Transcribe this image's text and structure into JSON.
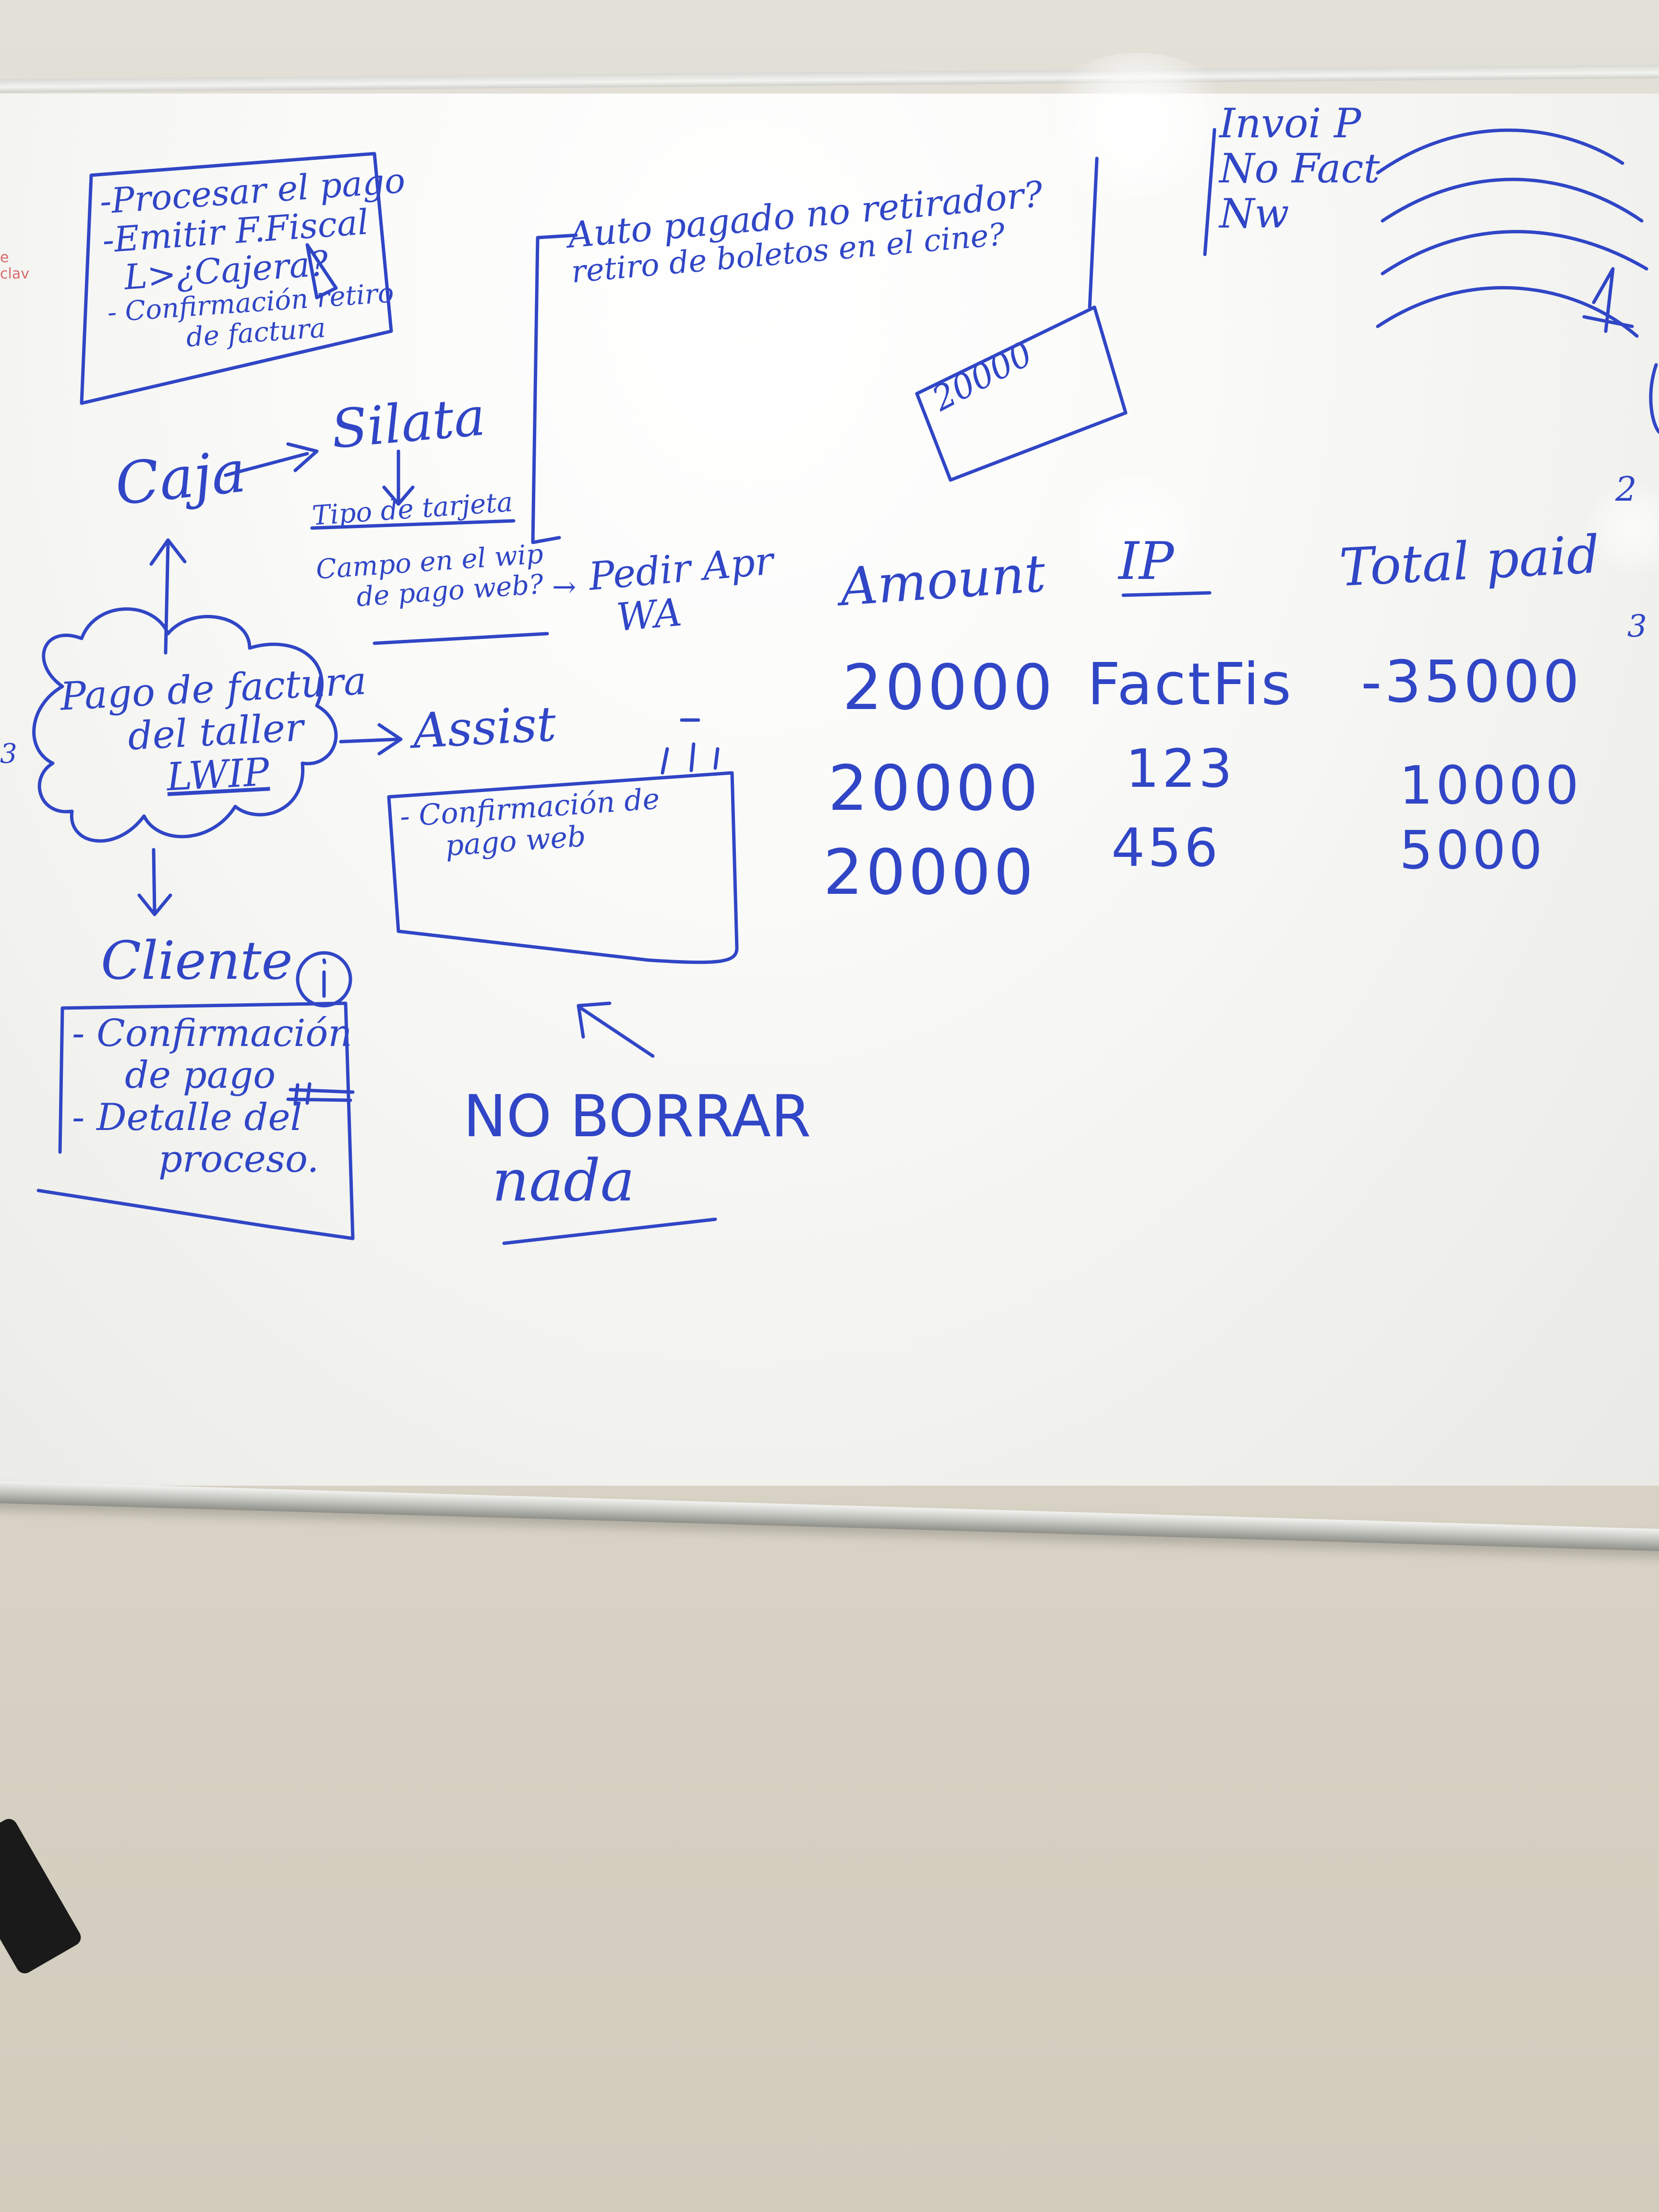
{
  "top_left_box": {
    "lines": [
      "-Procesar el pago",
      "-Emitir F.Fiscal",
      "L>¿Cajera?",
      "- Confirmación retiro",
      "de factura"
    ]
  },
  "caja": "Caja",
  "silata": "Silata",
  "tipo_tarjeta": "Tipo de tarjeta",
  "campo_wip": [
    "Campo en el wip",
    "de pago web?"
  ],
  "pedir": [
    "Pedir Apr",
    "WA"
  ],
  "auto_pagado": [
    "Auto pagado no retirador?",
    "retiro de boletos en el cine?"
  ],
  "sticker_value": "20000",
  "top_right": [
    "Invoi P",
    "No Fact",
    "Nw"
  ],
  "cloud": [
    "Pago de factura",
    "del taller",
    "LWIP"
  ],
  "scribble": "Assist",
  "web_box": [
    "- Confirmación de",
    "pago web"
  ],
  "cliente": "Cliente",
  "cliente_box": [
    "- Confirmación",
    "de pago",
    "- Detalle del",
    "proceso."
  ],
  "no_borrar": [
    "NO BORRAR",
    "nada"
  ],
  "table": {
    "headers": [
      "Amount",
      "IP",
      "Total paid"
    ],
    "rows": [
      [
        "20000",
        "FactFis",
        "-35000"
      ],
      [
        "20000",
        "123",
        "10000"
      ],
      [
        "20000",
        "456",
        "5000"
      ]
    ]
  },
  "edge_marks": [
    "2",
    "3",
    "3"
  ],
  "red_text": [
    "e",
    "clav"
  ]
}
